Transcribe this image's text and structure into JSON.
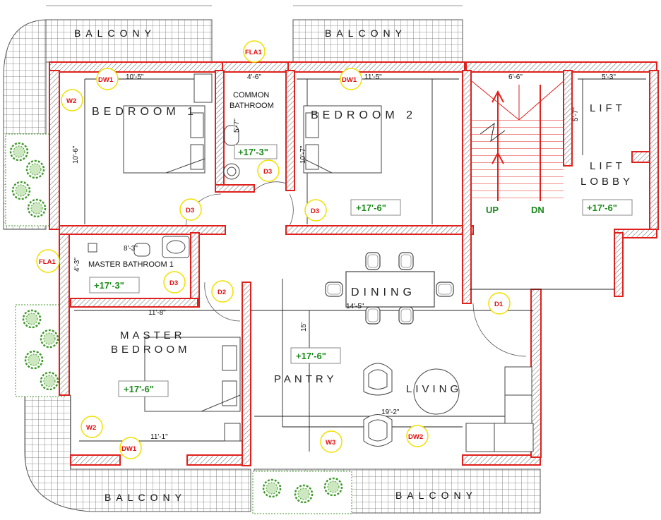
{
  "rooms": {
    "bedroom1": "BEDROOM 1",
    "bedroom2": "BEDROOM 2",
    "common_bath_1": "COMMON",
    "common_bath_2": "BATHROOM",
    "lift": "LIFT",
    "lift_lobby_1": "LIFT",
    "lift_lobby_2": "LOBBY",
    "master_bath": "MASTER BATHROOM 1",
    "dining": "DINING",
    "master_bed_1": "MASTER",
    "master_bed_2": "BEDROOM",
    "pantry": "PANTRY",
    "living": "LIVING"
  },
  "balconies": [
    "BALCONY",
    "BALCONY",
    "BALCONY",
    "BALCONY"
  ],
  "dimensions": {
    "bed1_width": "10'-5\"",
    "bed1_depth": "10'-6\"",
    "common_bath_width": "4'-6\"",
    "common_bath_depth": "5'-7\"",
    "bed2_width": "11'-5\"",
    "bed2_depth": "10'-7\"",
    "stair_width": "6'-6\"",
    "lift_width": "5'-3\"",
    "lift_depth": "5'-7\"",
    "master_bath_width": "8'-3\"",
    "master_bath_depth": "4'-3\"",
    "master_width_top": "11'-8\"",
    "dining_width": "14'-5\"",
    "living_depth": "15'",
    "master_width_bottom": "11'-1\"",
    "living_width": "19'-2\""
  },
  "levels": {
    "common_bath": "+17'-3\"",
    "bedroom2": "+17'-6\"",
    "lobby": "+17'-6\"",
    "master_bath": "+17'-3\"",
    "living": "+17'-6\"",
    "master_bed": "+17'-6\""
  },
  "tags": {
    "fla1_top": "FLA1",
    "dw1_bed1": "DW1",
    "dw1_bed2": "DW1",
    "w2_bed1": "W2",
    "d3_bath": "D3",
    "d3_bed1": "D3",
    "d3_bed2": "D3",
    "fla1_left": "FLA1",
    "d3_master_bath": "D3",
    "d2_master": "D2",
    "d1_entry": "D1",
    "w2_master": "W2",
    "dw1_master": "DW1",
    "w3_living": "W3",
    "dw2_living": "DW2"
  },
  "stair": {
    "up": "UP",
    "dn": "DN"
  },
  "colors": {
    "wall": "#e0201c",
    "hatch": "#7a7a7a",
    "level": "#1a8a1a",
    "tag_circle": "#f0e000",
    "tree": "#3f9a2a"
  }
}
